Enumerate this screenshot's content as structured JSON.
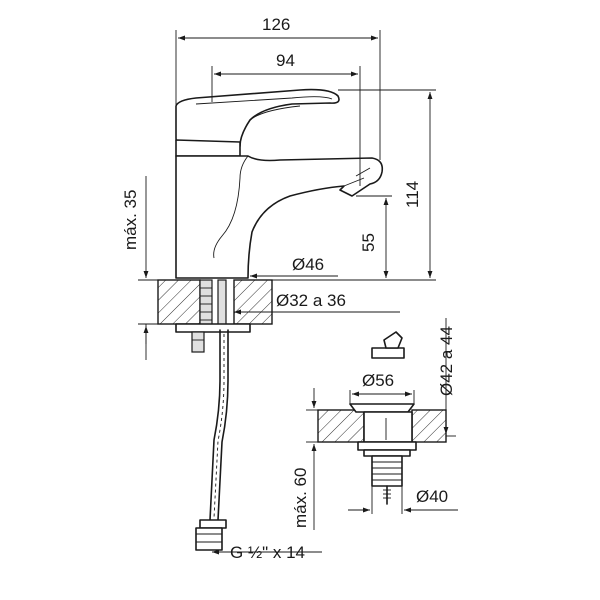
{
  "dimensions": {
    "overall_width": "126",
    "spout_reach": "94",
    "overall_height": "114",
    "spout_height": "55",
    "max_deck_thickness": "máx. 35",
    "base_diameter": "Ø46",
    "hole_diameter": "Ø32 a 36",
    "drain_hole_diameter": "Ø42 a 44",
    "drain_flange_diameter": "Ø56",
    "drain_body_diameter": "Ø40",
    "max_drain_thickness": "máx. 60",
    "hose_connection": "G ½\" x 14"
  }
}
